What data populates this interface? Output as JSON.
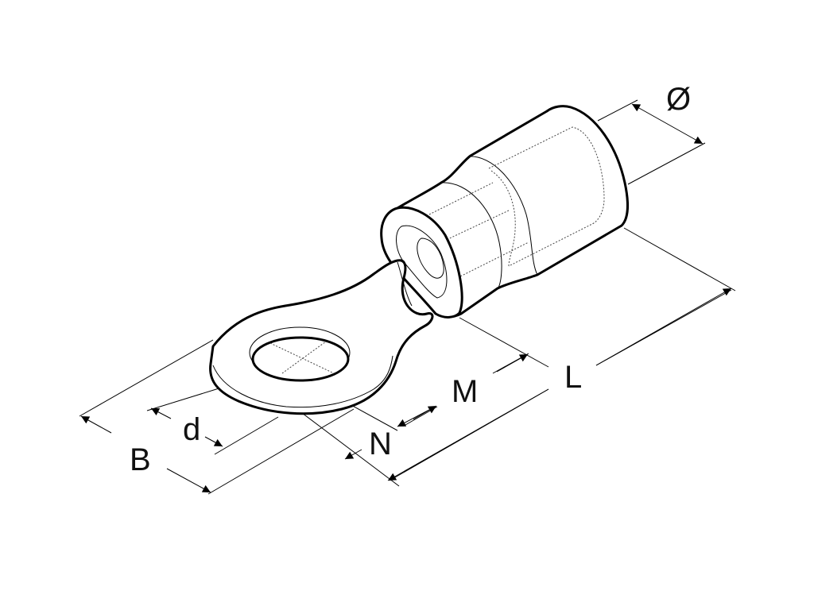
{
  "diagram": {
    "labels": {
      "diameter": "Ø",
      "L": "L",
      "M": "M",
      "N": "N",
      "B": "B",
      "d": "d"
    },
    "line_color": "#000000",
    "background": "#ffffff"
  }
}
